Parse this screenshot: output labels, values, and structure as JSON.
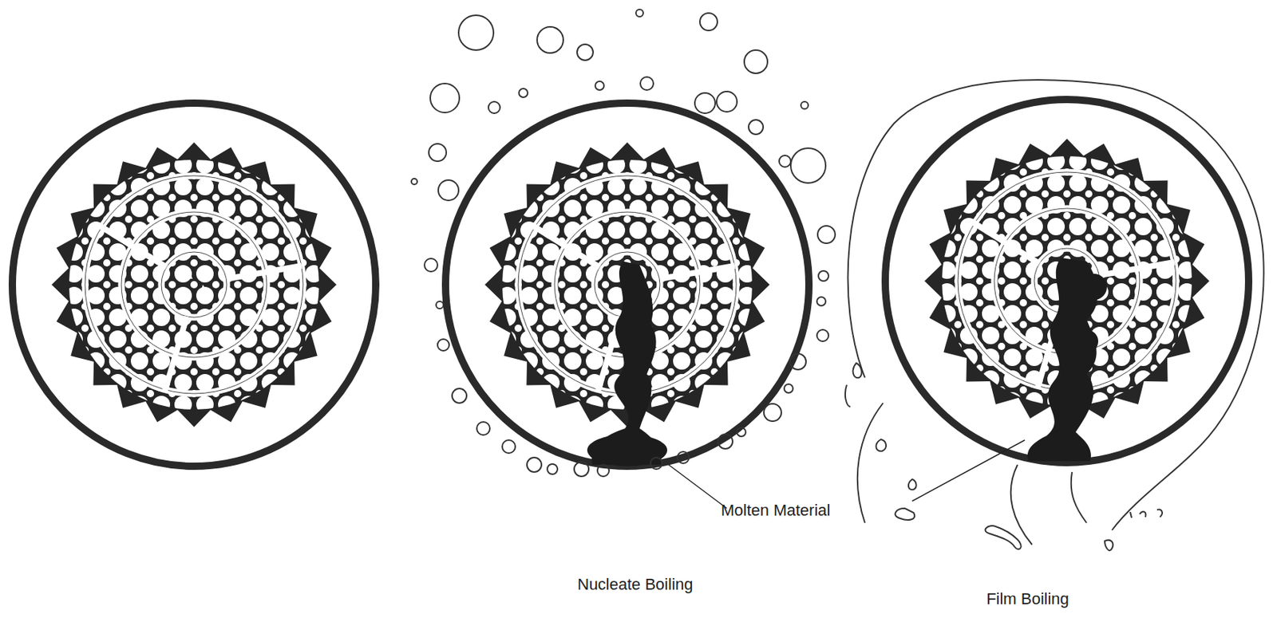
{
  "diagram": {
    "labels": [
      "Molten Material",
      "Nucleate Boiling",
      "Film Boiling"
    ]
  }
}
